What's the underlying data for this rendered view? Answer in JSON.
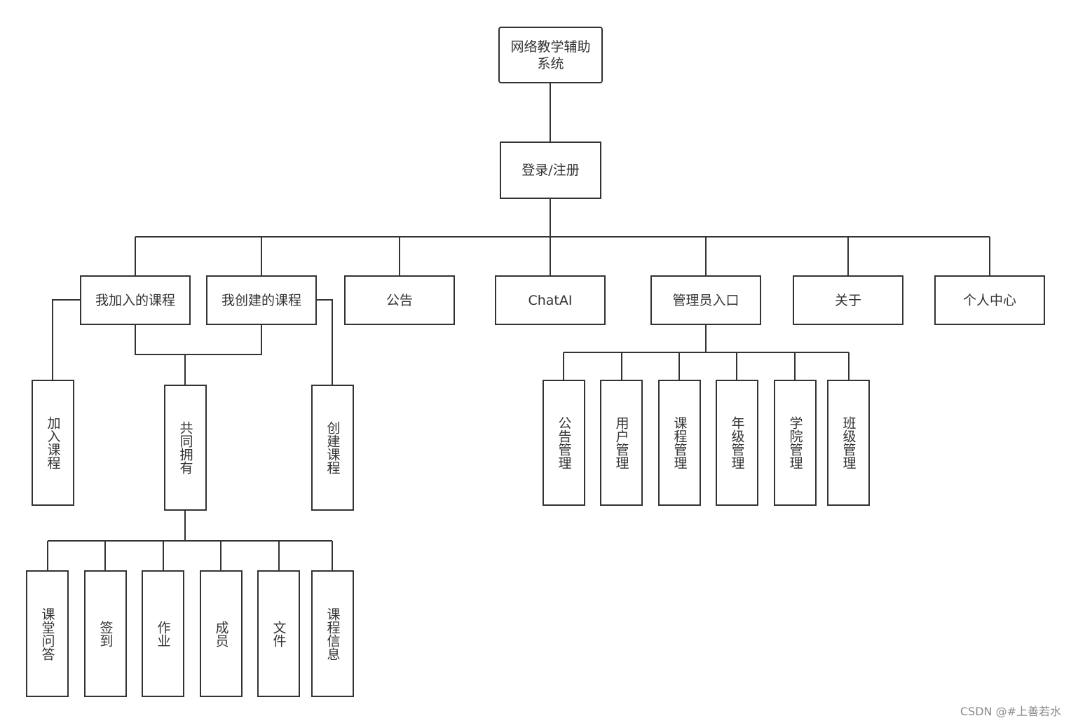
{
  "nodes": {
    "root": "网络教学辅助系统",
    "login": "登录/注册",
    "my_joined": "我加入的课程",
    "my_created": "我创建的课程",
    "notice": "公告",
    "chatai": "ChatAI",
    "admin": "管理员入口",
    "about": "关于",
    "personal": "个人中心",
    "join_course": "加入课程",
    "shared": "共同拥有",
    "create_course": "创建课程",
    "qa": "课堂问答",
    "checkin": "签到",
    "homework": "作业",
    "members": "成员",
    "files": "文件",
    "course_info": "课程信息",
    "notice_mgmt": "公告管理",
    "user_mgmt": "用户管理",
    "course_mgmt": "课程管理",
    "grade_mgmt": "年级管理",
    "college_mgmt": "学院管理",
    "class_mgmt": "班级管理"
  },
  "edges": [
    [
      "root",
      "login"
    ],
    [
      "login",
      "my_joined"
    ],
    [
      "login",
      "my_created"
    ],
    [
      "login",
      "notice"
    ],
    [
      "login",
      "chatai"
    ],
    [
      "login",
      "admin"
    ],
    [
      "login",
      "about"
    ],
    [
      "login",
      "personal"
    ],
    [
      "my_joined",
      "join_course"
    ],
    [
      "my_created",
      "create_course"
    ],
    [
      "my_joined",
      "shared"
    ],
    [
      "my_created",
      "shared"
    ],
    [
      "shared",
      "qa"
    ],
    [
      "shared",
      "checkin"
    ],
    [
      "shared",
      "homework"
    ],
    [
      "shared",
      "members"
    ],
    [
      "shared",
      "files"
    ],
    [
      "shared",
      "course_info"
    ],
    [
      "admin",
      "notice_mgmt"
    ],
    [
      "admin",
      "user_mgmt"
    ],
    [
      "admin",
      "course_mgmt"
    ],
    [
      "admin",
      "grade_mgmt"
    ],
    [
      "admin",
      "college_mgmt"
    ],
    [
      "admin",
      "class_mgmt"
    ]
  ],
  "watermark": "CSDN @#上善若水",
  "colors": {
    "line": "#333333",
    "background": "#ffffff"
  }
}
